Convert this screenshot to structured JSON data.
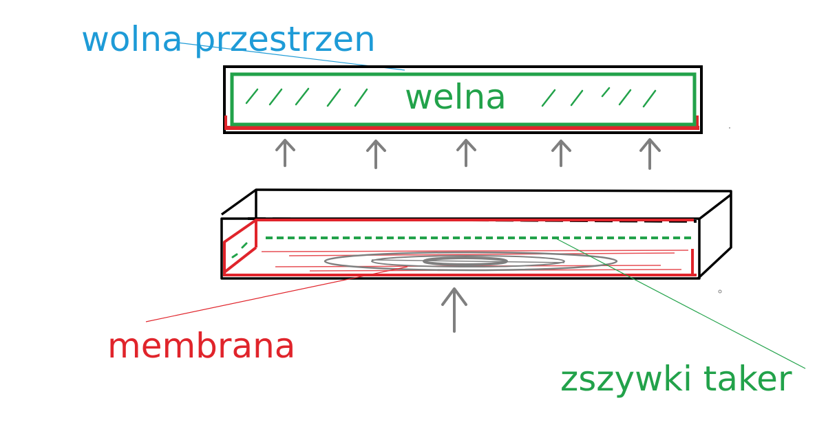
{
  "labels": {
    "free_space": "wolna przestrzen",
    "wool": "welna",
    "membrane": "membrana",
    "staples": "zszywki taker"
  },
  "colors": {
    "free_space": "#1e9bd7",
    "wool": "#22a24a",
    "membrane": "#e0242b",
    "outline": "#000000",
    "arrows": "#7f7f7f",
    "staples": "#22a24a"
  },
  "icons": {
    "arrow": "arrow-up-icon"
  }
}
